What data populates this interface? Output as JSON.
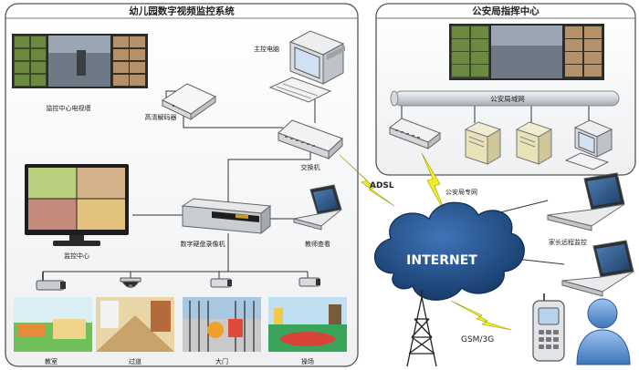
{
  "panels": {
    "kindergarten_title": "幼儿园数字视频监控系统",
    "police_title": "公安局指挥中心"
  },
  "labels": {
    "video_wall": "监控中心电视墙",
    "decoder": "高清解码器",
    "host_pc": "主控电脑",
    "switch": "交换机",
    "nvr": "数字硬盘录像机",
    "monitor_center": "监控中心",
    "teacher_view": "教师查看",
    "lan": "公安局域网",
    "police_net": "公安局专网",
    "adsl": "ADSL",
    "internet": "INTERNET",
    "parents": "家长远程监控",
    "gsm": "GSM/3G",
    "room_classroom": "教室",
    "room_corridor": "过道",
    "room_gate": "大门",
    "room_playground": "操场"
  },
  "colors": {
    "cloud": "#1f4e86",
    "lightning": "#f2ee1e",
    "panel_border": "#555555",
    "server": "#e9e2b8"
  },
  "icons": [
    "dome-camera-icon",
    "bullet-camera-icon",
    "laptop-icon",
    "computer-icon",
    "server-icon",
    "mobile-phone-icon",
    "user-icon",
    "radio-tower-icon",
    "switch-icon"
  ]
}
